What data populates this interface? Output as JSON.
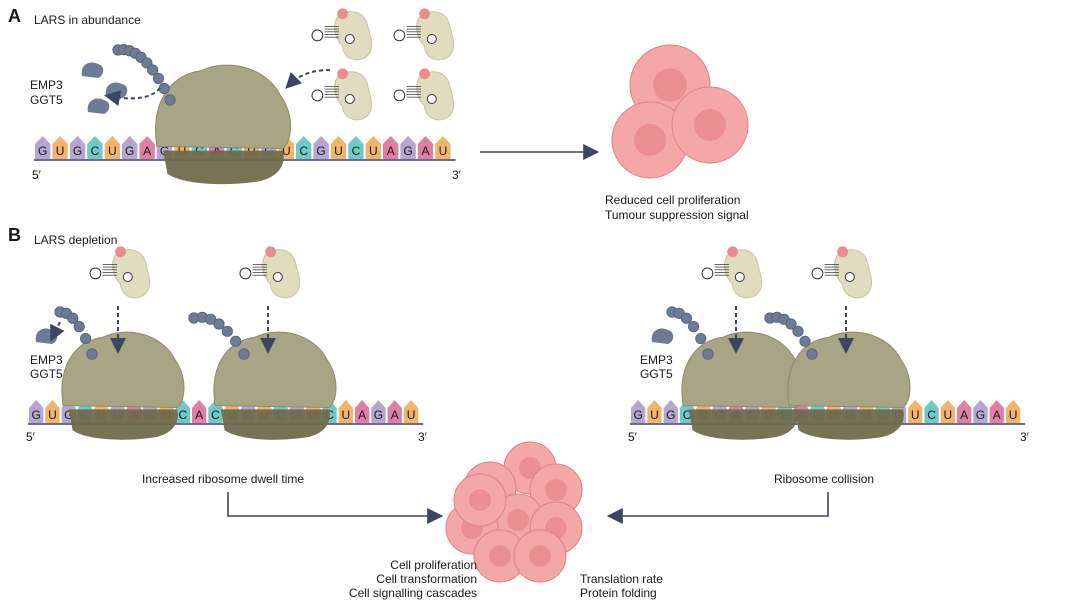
{
  "panels": [
    {
      "letter": "A",
      "title": "LARS in abundance"
    },
    {
      "letter": "B",
      "title": "LARS depletion"
    }
  ],
  "proteins": [
    "EMP3",
    "GGT5"
  ],
  "strand_end_5": "5′",
  "strand_end_3": "3′",
  "mrna_sequence": [
    "G",
    "U",
    "G",
    "C",
    "U",
    "G",
    "A",
    "G",
    "U",
    "C",
    "A",
    "C",
    "U",
    "G",
    "U",
    "C",
    "G",
    "U",
    "C",
    "U",
    "A",
    "G",
    "A",
    "U"
  ],
  "base_colors": {
    "G": "#b4a6cf",
    "U": "#f2b36b",
    "C": "#6fc9c7",
    "A": "#e07fa6"
  },
  "outcome_a": [
    "Reduced cell proliferation",
    "Tumour suppression signal"
  ],
  "captions_b": {
    "left": "Increased ribosome dwell time",
    "right": "Ribosome collision"
  },
  "outcome_b_left": [
    "Cell proliferation",
    "Cell transformation",
    "Cell signalling cascades"
  ],
  "outcome_b_right": [
    "Translation rate",
    "Protein folding"
  ],
  "colors": {
    "ribosome": "#a8a584",
    "ribosome_dark": "#6f6c4e",
    "trna_body": "#e0dcc0",
    "amino_acid": "#e98c8f",
    "peptide": "#6e7b97",
    "cell_fill": "#f4a7a6",
    "cell_nucleus": "#e98a8d",
    "arrow": "#2a2a2a"
  }
}
